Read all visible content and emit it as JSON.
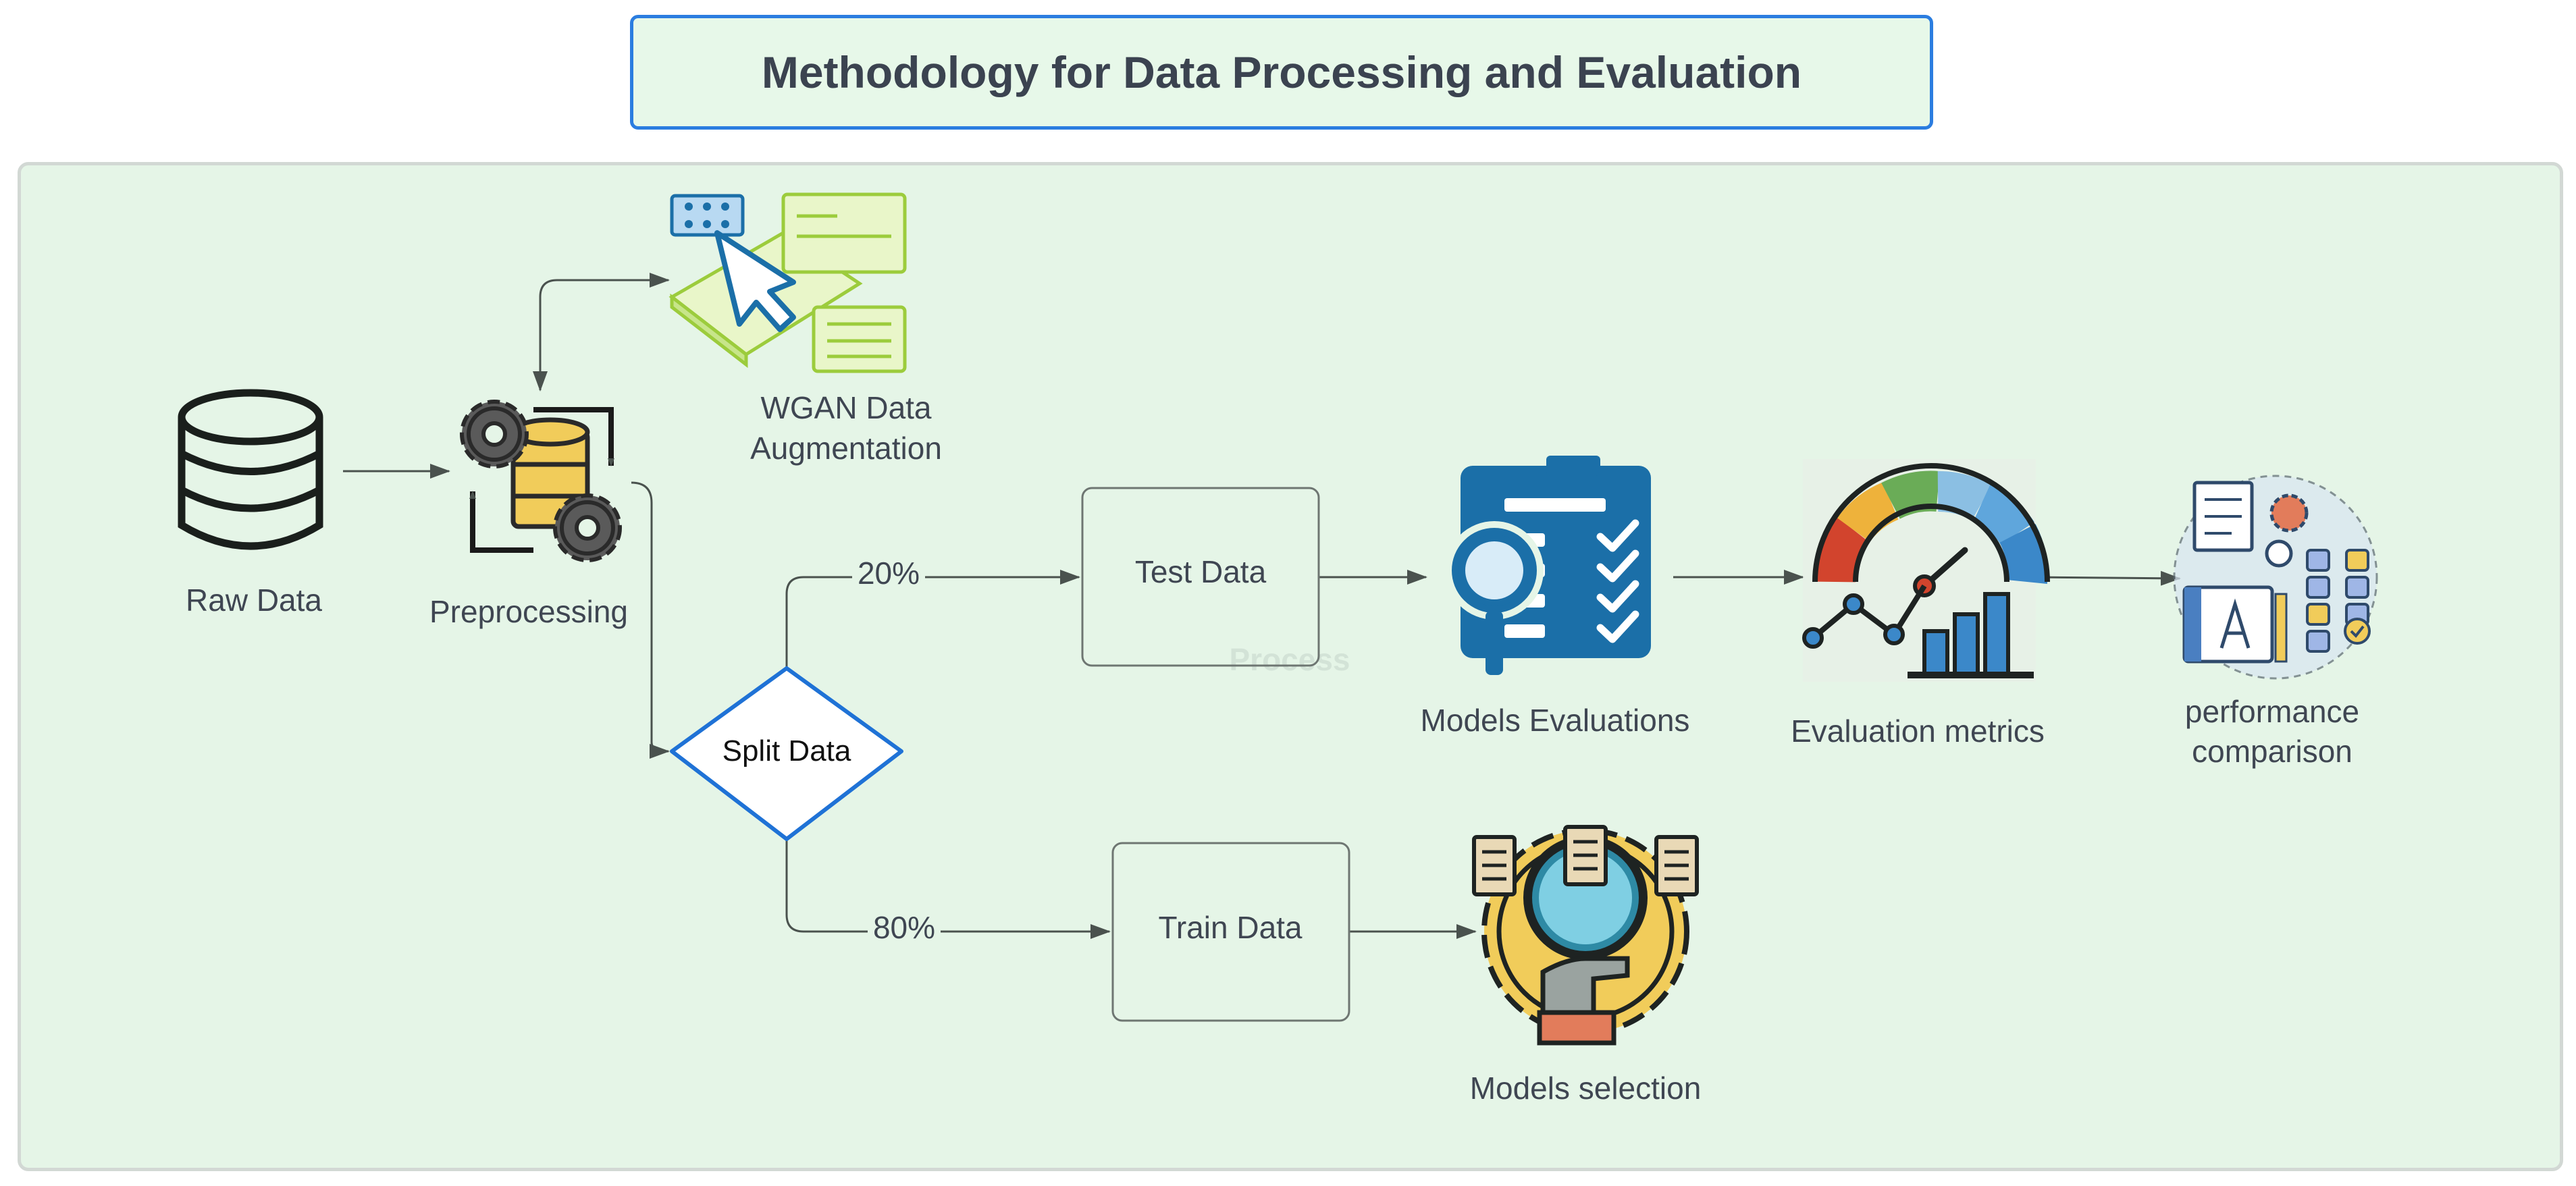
{
  "title": "Methodology for Data Processing and Evaluation",
  "nodes": {
    "raw_data": "Raw Data",
    "preprocessing": "Preprocessing",
    "wgan_line1": "WGAN Data",
    "wgan_line2": "Augmentation",
    "split_data": "Split Data",
    "test_data": "Test Data",
    "train_data": "Train Data",
    "models_evaluations": "Models Evaluations",
    "evaluation_metrics": "Evaluation metrics",
    "performance_line1": "performance",
    "performance_line2": "comparison",
    "models_selection": "Models selection"
  },
  "edges": {
    "test_split": "20%",
    "train_split": "80%"
  },
  "watermark": "Process",
  "colors": {
    "title_border": "#2b7de0",
    "title_fill": "#e7f8e9",
    "canvas_fill": "#e5f5e7",
    "decision_border": "#1f72d6",
    "connector": "#4a524e",
    "text": "#3f4652",
    "icon_blue": "#1b6fa8",
    "icon_green": "#9ccc3c",
    "icon_yellow": "#f1cc5a"
  },
  "icons": [
    "database-icon",
    "gears-database-icon",
    "data-augmentation-icon",
    "clipboard-magnifier-icon",
    "gauge-chart-icon",
    "workflow-comparison-icon",
    "magnifier-gear-icon"
  ]
}
